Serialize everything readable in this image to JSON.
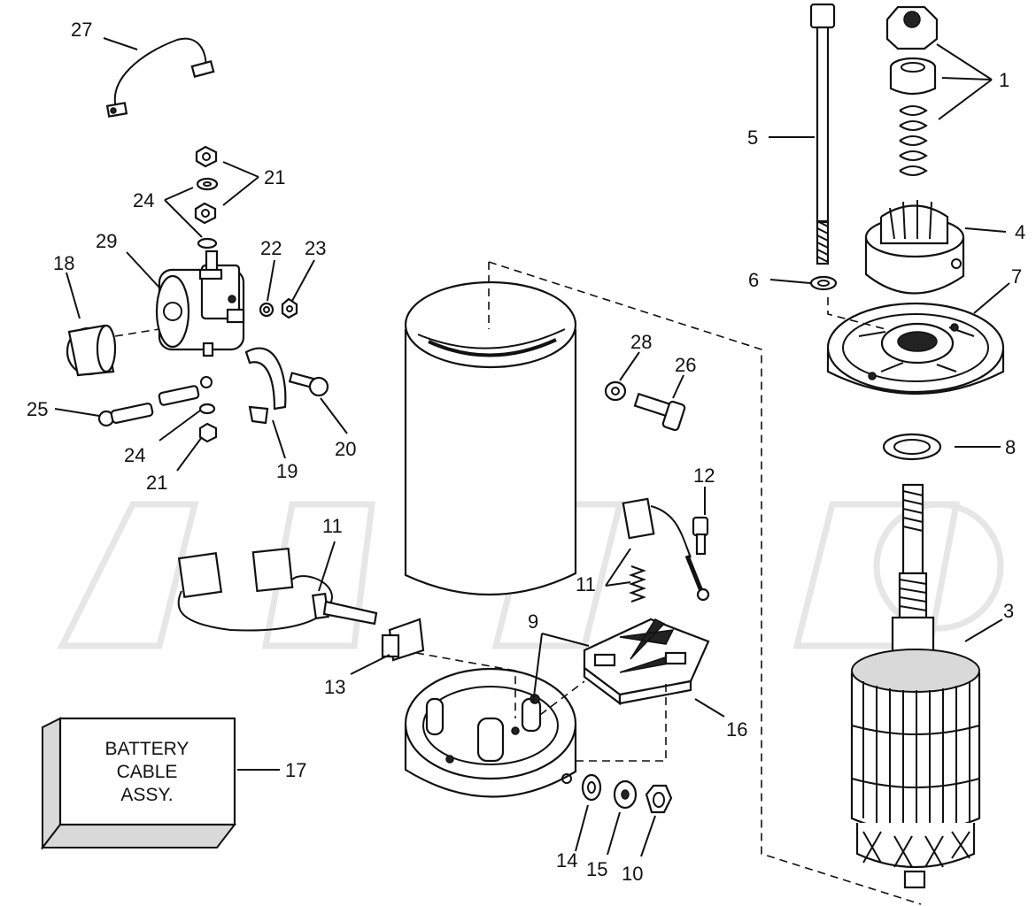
{
  "watermark": "",
  "battery_box": {
    "line1": "BATTERY",
    "line2": "CABLE",
    "line3": "ASSY."
  },
  "callouts": [
    {
      "id": "c27",
      "text": "27"
    },
    {
      "id": "c1",
      "text": "1"
    },
    {
      "id": "c5",
      "text": "5"
    },
    {
      "id": "c21a",
      "text": "21"
    },
    {
      "id": "c24a",
      "text": "24"
    },
    {
      "id": "c29",
      "text": "29"
    },
    {
      "id": "c18",
      "text": "18"
    },
    {
      "id": "c22",
      "text": "22"
    },
    {
      "id": "c23",
      "text": "23"
    },
    {
      "id": "c4",
      "text": "4"
    },
    {
      "id": "c6",
      "text": "6"
    },
    {
      "id": "c7",
      "text": "7"
    },
    {
      "id": "c28",
      "text": "28"
    },
    {
      "id": "c26",
      "text": "26"
    },
    {
      "id": "c25",
      "text": "25"
    },
    {
      "id": "c20",
      "text": "20"
    },
    {
      "id": "c24b",
      "text": "24"
    },
    {
      "id": "c19",
      "text": "19"
    },
    {
      "id": "c21b",
      "text": "21"
    },
    {
      "id": "c8",
      "text": "8"
    },
    {
      "id": "c12",
      "text": "12"
    },
    {
      "id": "c11a",
      "text": "11"
    },
    {
      "id": "c11b",
      "text": "11"
    },
    {
      "id": "c9",
      "text": "9"
    },
    {
      "id": "c3",
      "text": "3"
    },
    {
      "id": "c13",
      "text": "13"
    },
    {
      "id": "c16",
      "text": "16"
    },
    {
      "id": "c17",
      "text": "17"
    },
    {
      "id": "c14",
      "text": "14"
    },
    {
      "id": "c15",
      "text": "15"
    },
    {
      "id": "c10",
      "text": "10"
    }
  ]
}
